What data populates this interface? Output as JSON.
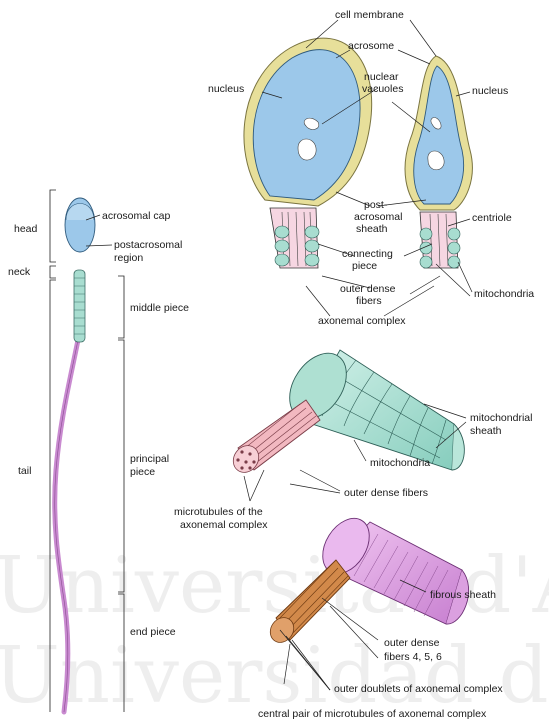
{
  "labels": {
    "cell_membrane": "cell membrane",
    "acrosome": "acrosome",
    "nucleus_left": "nucleus",
    "nuclear_vacuoles": [
      "nuclear",
      "vacuoles"
    ],
    "nucleus_right": "nucleus",
    "post_acrosomal_sheath": [
      "post-",
      "acrosomal",
      "sheath"
    ],
    "centriole": "centriole",
    "connecting_piece": [
      "connecting",
      "piece"
    ],
    "outer_dense_fibers_top": [
      "outer dense",
      "fibers"
    ],
    "mitochondria_top": "mitochondria",
    "axonemal_complex": "axonemal complex",
    "head": "head",
    "acrosomal_cap": "acrosomal cap",
    "postacrosomal_region": [
      "postacrosomal",
      "region"
    ],
    "neck": "neck",
    "middle_piece": "middle piece",
    "tail": "tail",
    "principal_piece": [
      "principal",
      "piece"
    ],
    "end_piece": "end piece",
    "mitochondrial_sheath": [
      "mitochondrial",
      "sheath"
    ],
    "mitochondria_mid": "mitochondria",
    "outer_dense_fibers_mid": "outer dense fibers",
    "microtubules": [
      "microtubules of the",
      "axonemal complex"
    ],
    "fibrous_sheath": "fibrous sheath",
    "outer_dense_fibers_456": [
      "outer dense",
      "fibers 4, 5, 6"
    ],
    "outer_doublets": "outer doublets of axonemal complex",
    "central_pair": "central pair of microtubules of axonemal complex"
  },
  "watermark": [
    "Universitat d'Alacant",
    "Universidad de Alicante"
  ],
  "colors": {
    "nucleus": "#9cc8ea",
    "acrosome": "#e7df9a",
    "mitochondrial_sheath": "#a8ddd0",
    "dense_fibers": "#f2b8c0",
    "fibrous_sheath": "#e3a6e6",
    "tail": "#c98ad0",
    "axoneme": "#d2894a"
  }
}
